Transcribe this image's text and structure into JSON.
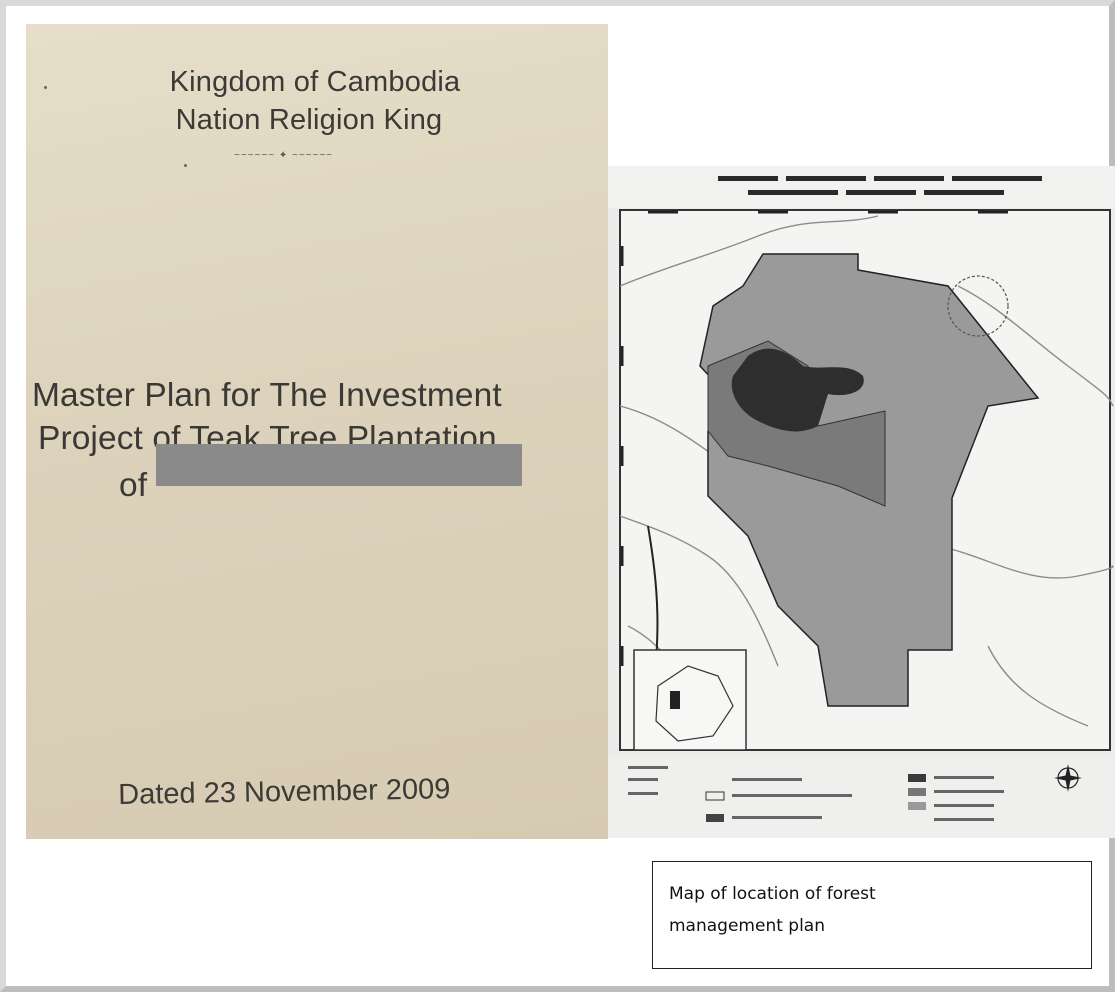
{
  "cover": {
    "header_line1": "Kingdom of Cambodia",
    "header_line2": "Nation Religion King",
    "title_line1": "Master Plan for The Investment",
    "title_line2": "Project of Teak Tree Plantation",
    "title_line3": "of",
    "date": "Dated 23 November 2009"
  },
  "map": {
    "title": "",
    "icons": [
      "compass-rose-icon"
    ]
  },
  "caption": {
    "text_line1": "Map of location of forest",
    "text_line2": "management plan"
  },
  "colors": {
    "paper": "#e1d8c2",
    "redaction": "#8a8a8a",
    "map_region_light": "#9a9a9a",
    "map_region_mid": "#7a7a7a",
    "map_region_dark": "#2e2e2e"
  }
}
